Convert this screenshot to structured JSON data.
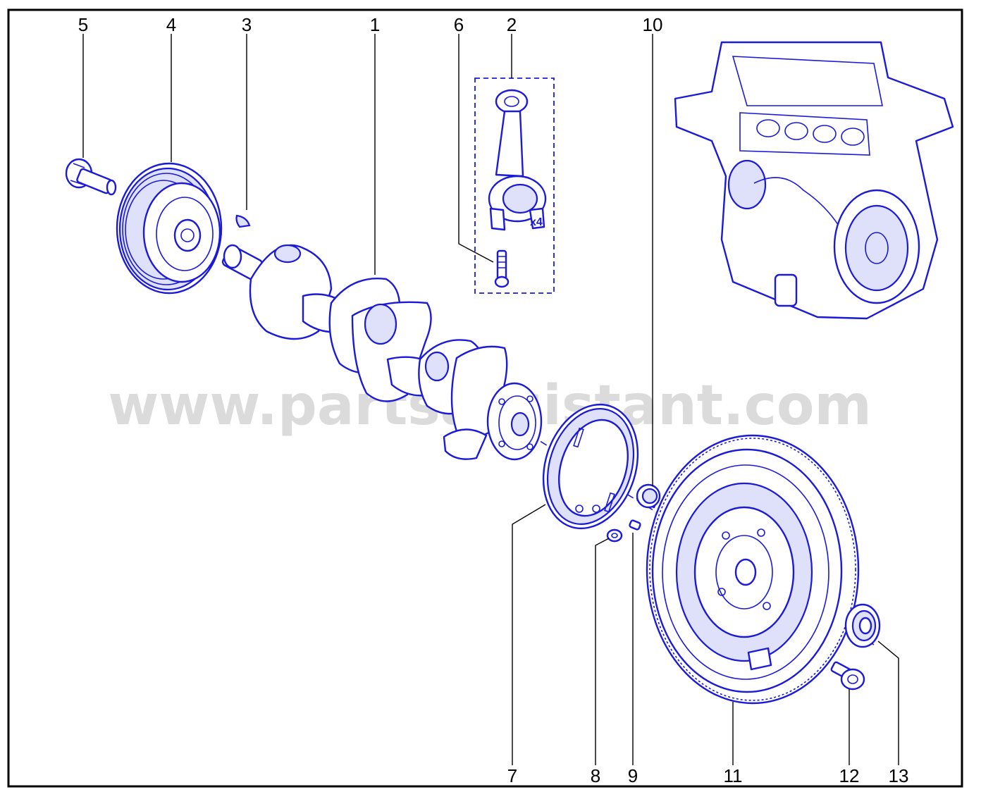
{
  "diagram": {
    "watermark": "www.partsassistant.com",
    "quantity_note": "x4",
    "colors": {
      "line_art": "#1a1ad8",
      "callout": "#000000",
      "watermark": "#cfcfcf",
      "background": "#ffffff"
    },
    "callouts": [
      {
        "id": "5",
        "label": "5"
      },
      {
        "id": "4",
        "label": "4"
      },
      {
        "id": "3",
        "label": "3"
      },
      {
        "id": "1",
        "label": "1"
      },
      {
        "id": "6",
        "label": "6"
      },
      {
        "id": "2",
        "label": "2"
      },
      {
        "id": "10",
        "label": "10"
      },
      {
        "id": "7",
        "label": "7"
      },
      {
        "id": "8",
        "label": "8"
      },
      {
        "id": "9",
        "label": "9"
      },
      {
        "id": "11",
        "label": "11"
      },
      {
        "id": "12",
        "label": "12"
      },
      {
        "id": "13",
        "label": "13"
      }
    ]
  }
}
